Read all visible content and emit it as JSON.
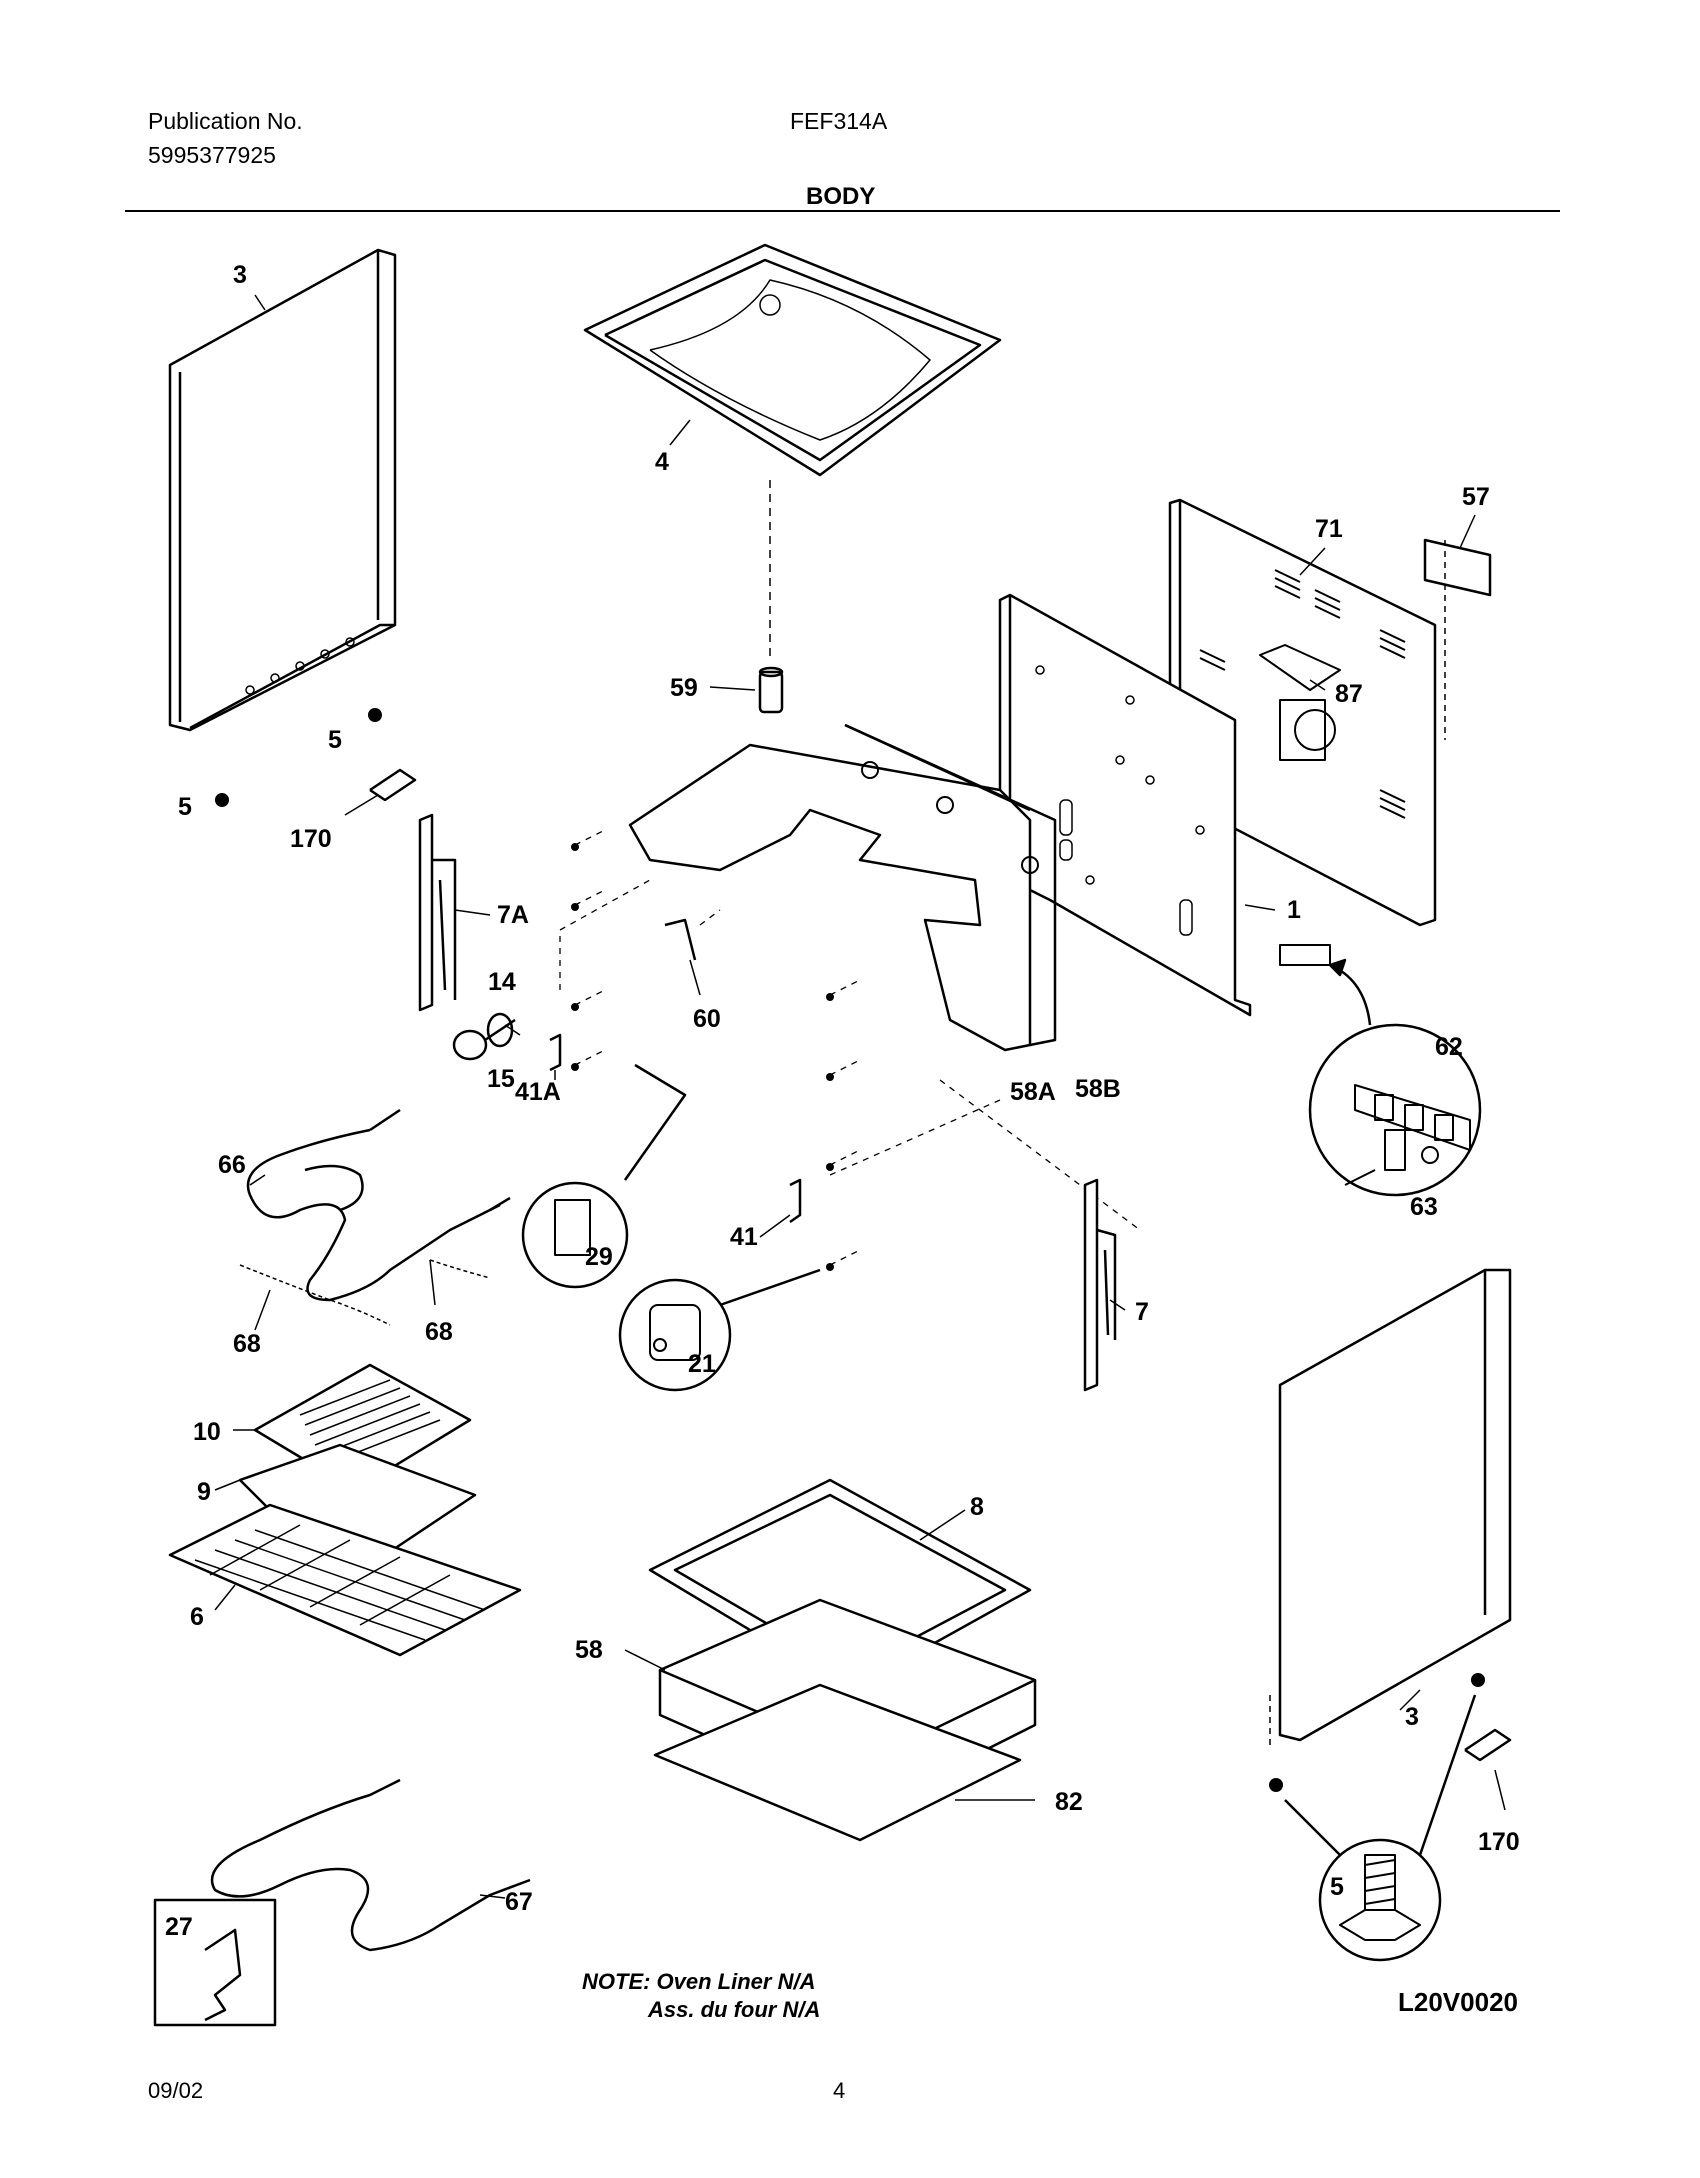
{
  "header": {
    "publication_label": "Publication No.",
    "publication_number": "5995377925",
    "model": "FEF314A",
    "section": "BODY"
  },
  "callouts": [
    "3",
    "4",
    "57",
    "71",
    "87",
    "59",
    "5",
    "5",
    "170",
    "7A",
    "14",
    "15",
    "60",
    "1",
    "62",
    "63",
    "41A",
    "58A",
    "58B",
    "66",
    "29",
    "41",
    "21",
    "7",
    "68",
    "68",
    "10",
    "9",
    "8",
    "6",
    "58",
    "3",
    "82",
    "170",
    "5",
    "67",
    "27"
  ],
  "note": {
    "line1": "NOTE: Oven Liner N/A",
    "line2": "Ass. du four N/A"
  },
  "diagram_code": "L20V0020",
  "footer": {
    "date": "09/02",
    "page": "4"
  }
}
